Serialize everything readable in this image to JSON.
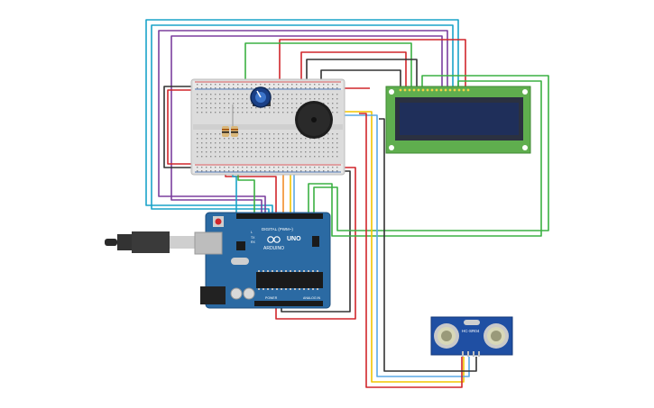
{
  "arduino": {
    "brand": "ARDUINO",
    "model": "UNO",
    "digital_label": "DIGITAL (PWM~)",
    "power_label": "POWER",
    "analog_label": "ANALOG IN",
    "tx_label": "TX",
    "rx_label": "RX",
    "l_label": "L"
  },
  "sensor": {
    "model": "HC-SR04"
  },
  "colors": {
    "board_blue": "#2b6aa3",
    "breadboard": "#dcdcdc",
    "lcd_green": "#5fae4e",
    "lcd_screen": "#1f2f5a",
    "wire_cyan": "#1aa3c9",
    "wire_purple": "#7b3f9e",
    "wire_red": "#d0262b",
    "wire_green": "#3bb143",
    "wire_black": "#333333",
    "wire_yellow": "#f2c500"
  },
  "icons": {
    "usb": "usb-cable-icon",
    "potentiometer": "potentiometer-knob-icon",
    "buzzer": "piezo-buzzer-icon"
  }
}
